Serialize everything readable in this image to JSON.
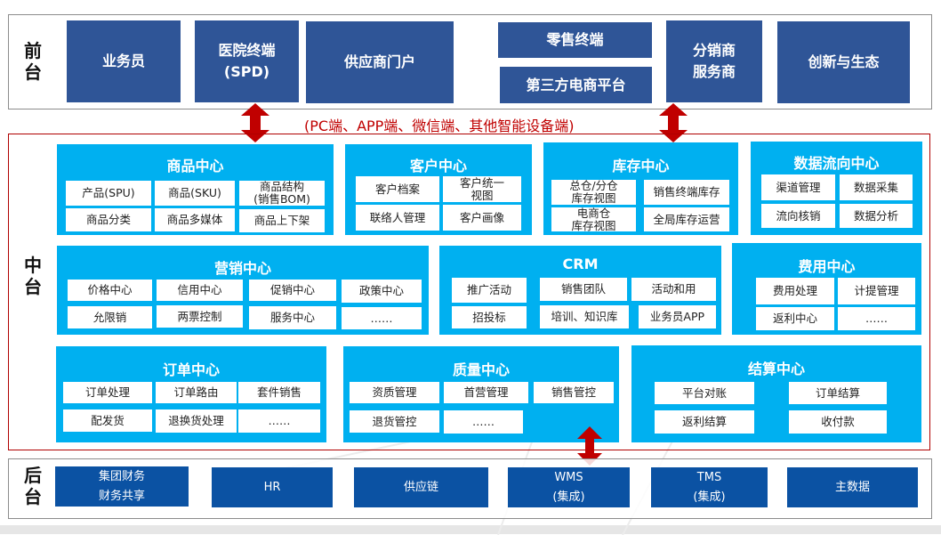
{
  "colors": {
    "front_box": "#2f5597",
    "center_block": "#00b0f0",
    "back_box": "#0b52a3",
    "middle_frame": "#b00000",
    "arrow": "#c00000",
    "channel_text": "#c00000"
  },
  "front": {
    "label": [
      "前",
      "台"
    ],
    "boxes": [
      {
        "lines": [
          "业务员"
        ]
      },
      {
        "lines": [
          "医院终端",
          "(SPD)"
        ]
      },
      {
        "lines": [
          "供应商门户"
        ]
      },
      {
        "lines": [
          "零售终端"
        ]
      },
      {
        "lines": [
          "第三方电商平台"
        ]
      },
      {
        "lines": [
          "分销商",
          "服务商"
        ]
      },
      {
        "lines": [
          "创新与生态"
        ]
      }
    ]
  },
  "channels": "(PC端、APP端、微信端、其他智能设备端)",
  "middle": {
    "label": [
      "中",
      "台"
    ],
    "centers": [
      {
        "title": "商品中心",
        "cells": [
          [
            "产品(SPU)"
          ],
          [
            "商品(SKU)"
          ],
          [
            "商品结构",
            "(销售BOM)"
          ],
          [
            "商品分类"
          ],
          [
            "商品多媒体"
          ],
          [
            "商品上下架"
          ]
        ]
      },
      {
        "title": "客户中心",
        "cells": [
          [
            "客户档案"
          ],
          [
            "客户统一",
            "视图"
          ],
          [
            "联络人管理"
          ],
          [
            "客户画像"
          ]
        ]
      },
      {
        "title": "库存中心",
        "cells": [
          [
            "总仓/分仓",
            "库存视图"
          ],
          [
            "销售终端库存"
          ],
          [
            "电商仓",
            "库存视图"
          ],
          [
            "全局库存运营"
          ]
        ]
      },
      {
        "title": "数据流向中心",
        "cells": [
          [
            "渠道管理"
          ],
          [
            "数据采集"
          ],
          [
            "流向核销"
          ],
          [
            "数据分析"
          ]
        ]
      },
      {
        "title": "营销中心",
        "cells": [
          [
            "价格中心"
          ],
          [
            "信用中心"
          ],
          [
            "促销中心"
          ],
          [
            "政策中心"
          ],
          [
            "允限销"
          ],
          [
            "两票控制"
          ],
          [
            "服务中心"
          ],
          [
            "……"
          ]
        ]
      },
      {
        "title": "CRM",
        "cells": [
          [
            "推广活动"
          ],
          [
            "销售团队"
          ],
          [
            "活动和用"
          ],
          [
            "招投标"
          ],
          [
            "培训、知识库"
          ],
          [
            "业务员APP"
          ]
        ]
      },
      {
        "title": "费用中心",
        "cells": [
          [
            "费用处理"
          ],
          [
            "计提管理"
          ],
          [
            "返利中心"
          ],
          [
            "……"
          ]
        ]
      },
      {
        "title": "订单中心",
        "cells": [
          [
            "订单处理"
          ],
          [
            "订单路由"
          ],
          [
            "套件销售"
          ],
          [
            "配发货"
          ],
          [
            "退换货处理"
          ],
          [
            "……"
          ]
        ]
      },
      {
        "title": "质量中心",
        "cells": [
          [
            "资质管理"
          ],
          [
            "首营管理"
          ],
          [
            "销售管控"
          ],
          [
            "退货管控"
          ],
          [
            "……"
          ]
        ]
      },
      {
        "title": "结算中心",
        "cells": [
          [
            "平台对账"
          ],
          [
            "订单结算"
          ],
          [
            "返利结算"
          ],
          [
            "收付款"
          ]
        ]
      }
    ]
  },
  "back": {
    "label": [
      "后",
      "台"
    ],
    "boxes": [
      {
        "lines": [
          "集团财务",
          "财务共享"
        ]
      },
      {
        "lines": [
          "HR"
        ]
      },
      {
        "lines": [
          "供应链"
        ]
      },
      {
        "lines": [
          "WMS",
          "(集成)"
        ]
      },
      {
        "lines": [
          "TMS",
          "(集成)"
        ]
      },
      {
        "lines": [
          "主数据"
        ]
      }
    ]
  }
}
